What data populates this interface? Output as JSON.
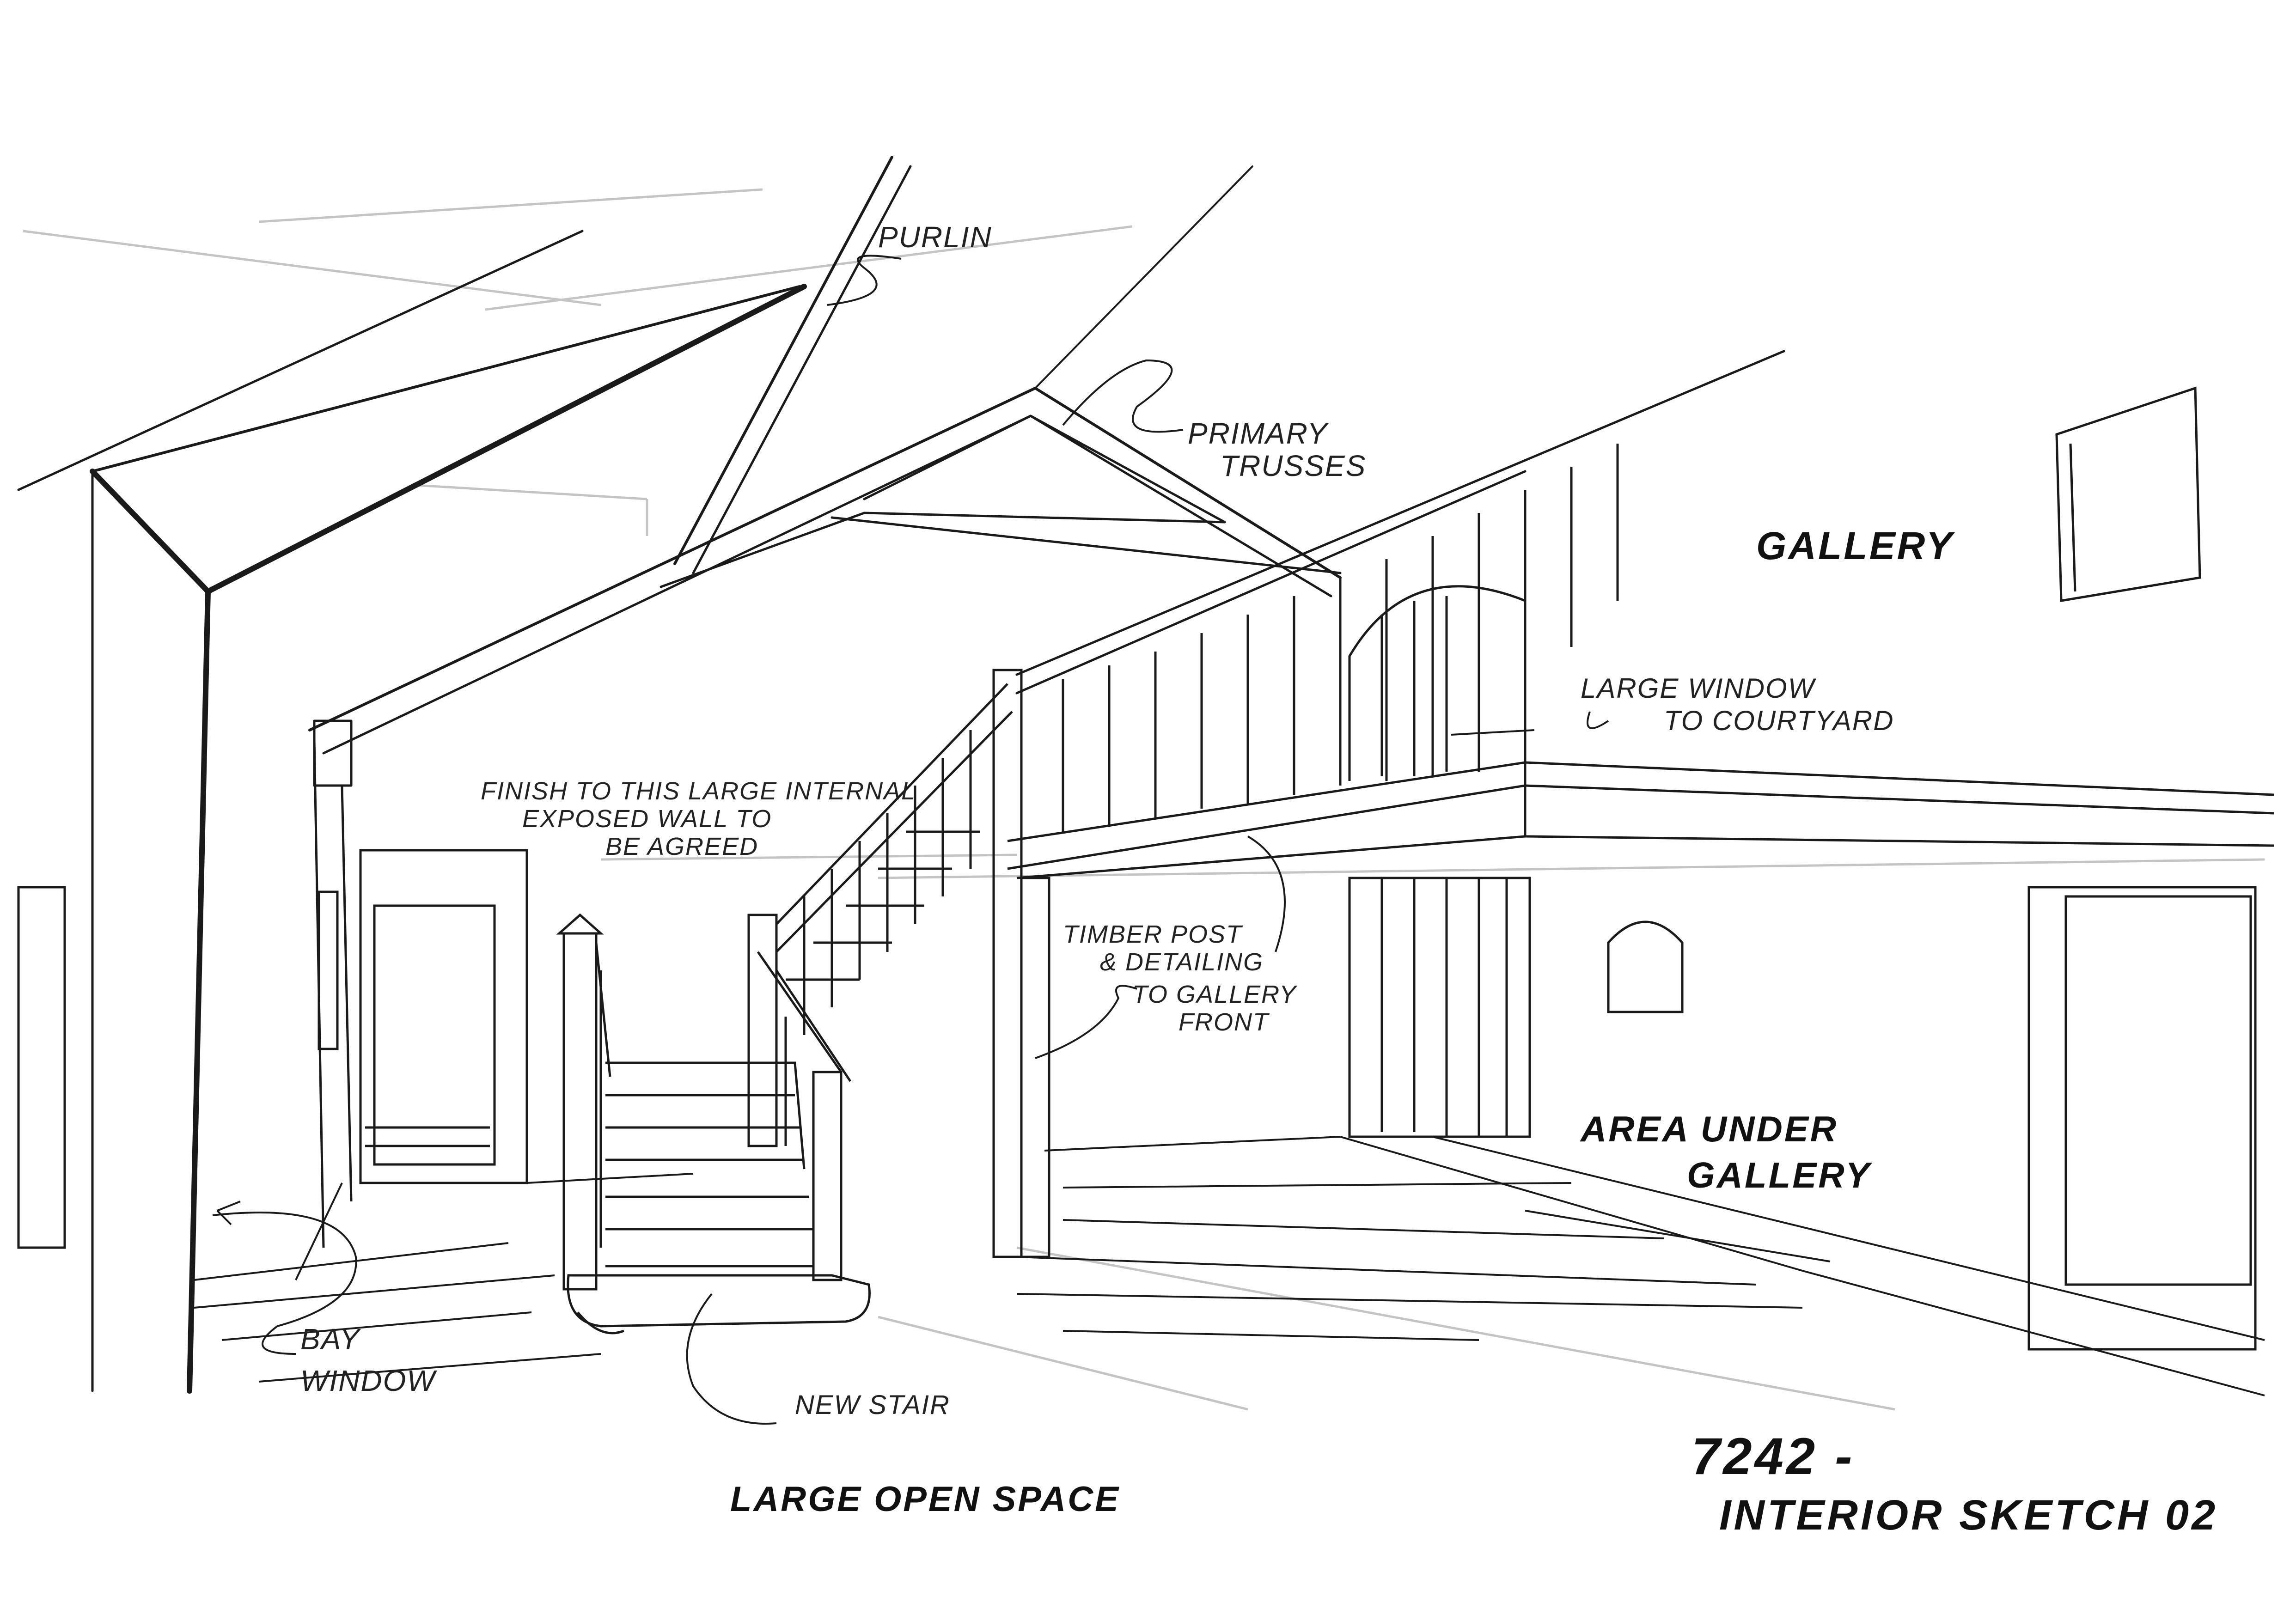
{
  "labels": {
    "purlin": "PURLIN",
    "primary_trusses_1": "PRIMARY",
    "primary_trusses_2": "TRUSSES",
    "gallery": "GALLERY",
    "large_window_1": "LARGE WINDOW",
    "large_window_2": "TO COURTYARD",
    "finish_wall_1": "FINISH TO THIS LARGE INTERNAL",
    "finish_wall_2": "EXPOSED WALL TO",
    "finish_wall_3": "BE AGREED",
    "timber_post_1": "TIMBER POST",
    "timber_post_2": "& DETAILING",
    "timber_post_3": "TO GALLERY",
    "timber_post_4": "FRONT",
    "area_under_1": "AREA UNDER",
    "area_under_2": "GALLERY",
    "bay_window_1": "BAY",
    "bay_window_2": "WINDOW",
    "new_stair": "NEW STAIR",
    "large_open_space": "LARGE OPEN SPACE"
  },
  "title_block": {
    "number": "7242 -",
    "name": "INTERIOR SKETCH 02"
  },
  "colors": {
    "ink": "#1a1a1a",
    "paper": "#ffffff",
    "faint": "#bdbdbd"
  }
}
